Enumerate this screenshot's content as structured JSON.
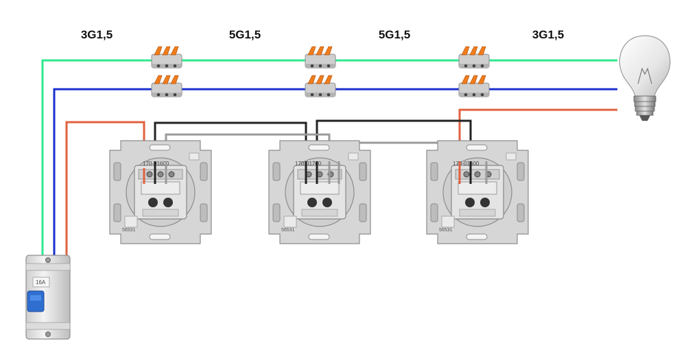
{
  "cables": {
    "c1": "3G1,5",
    "c2": "5G1,5",
    "c3": "5G1,5",
    "c4": "3G1,5"
  },
  "switches": {
    "left": {
      "model": "170-01600"
    },
    "middle": {
      "model": "170-01700"
    },
    "right": {
      "model": "170-01600"
    }
  },
  "breaker": {
    "rating": "16A"
  },
  "colors": {
    "earth": "#2ee88f",
    "neutral": "#1a2fcf",
    "phase": "#e0603f",
    "traveler_dark": "#222222",
    "traveler_grey": "#999999",
    "connector_orange": "#f07d1e",
    "connector_body": "#c9c9c9"
  },
  "icons": {
    "lamp": "light-bulb-icon",
    "breaker": "circuit-breaker-icon",
    "connector": "wago-connector-icon",
    "switch": "wall-switch-icon"
  }
}
